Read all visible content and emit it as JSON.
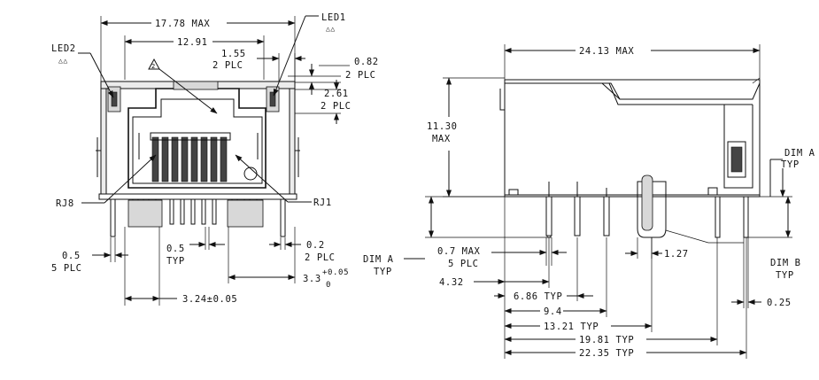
{
  "front_view": {
    "dim_overall_width": "17.78 MAX",
    "dim_led_spacing": "12.91",
    "dim_led_width": "1.55",
    "dim_led_width_qty": "2 PLC",
    "dim_led_height": "0.82",
    "dim_led_height_qty": "2 PLC",
    "dim_led_offset": "2.61",
    "dim_led_offset_qty": "2 PLC",
    "label_led1": "LED1",
    "label_led2": "LED2",
    "label_rj8": "RJ8",
    "label_rj1": "RJ1",
    "dim_pin_width": "0.5",
    "dim_pin_width_qty": "5 PLC",
    "dim_pin_pitch": "0.5",
    "dim_pin_pitch_qty": "TYP",
    "dim_pin_thickness": "0.2",
    "dim_pin_thickness_qty": "2 PLC",
    "dim_shield_tab": "3.3",
    "dim_shield_tab_tol_upper": "+0.05",
    "dim_shield_tab_tol_lower": "0",
    "dim_pin_row_offset": "3.24±0.05",
    "note_marker": "2"
  },
  "side_view": {
    "dim_overall_depth": "24.13 MAX",
    "dim_height": "11.30",
    "dim_height_qualifier": "MAX",
    "dim_a_right": "DIM A",
    "dim_a_right_qty": "TYP",
    "dim_b": "DIM B",
    "dim_b_qty": "TYP",
    "dim_a_left": "DIM A",
    "dim_a_left_qty": "TYP",
    "dim_pin_diameter": "0.7 MAX",
    "dim_pin_diameter_qty": "5 PLC",
    "dim_pin_offset": "4.32",
    "dim_pin_spacing": "6.86 TYP",
    "dim_row_spacing": "9.4",
    "dim_post_spacing": "1.27",
    "dim_peg_1": "13.21 TYP",
    "dim_peg_2": "19.81 TYP",
    "dim_peg_3": "22.35 TYP",
    "dim_tab_thickness": "0.25"
  }
}
